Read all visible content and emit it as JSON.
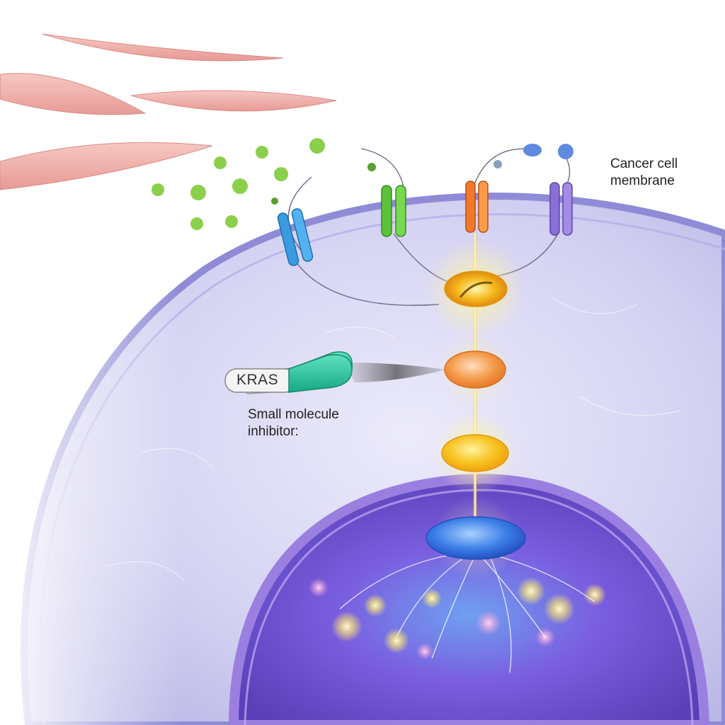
{
  "labels": {
    "membrane_line1": "Cancer cell",
    "membrane_line2": "membrane",
    "inhibitor_line1": "Small molecule",
    "inhibitor_line2": "inhibitor:",
    "pill_text": "KRAS"
  },
  "colors": {
    "cytoplasm": "#c9c8ef",
    "membrane": "#8f8bd6",
    "nucleus": "#6b4fd0",
    "receptor_blue": "#3a9be0",
    "receptor_green": "#5cc23a",
    "receptor_orange": "#f07a2a",
    "receptor_purple": "#8a6fd6",
    "node_gold": "#f5b81c",
    "node_orange": "#f49a4a",
    "node_yellow": "#f7c320",
    "node_blue": "#3c7ee8",
    "pill_teal": "#2fc3a0",
    "ligand_green": "#7cc43c",
    "fibroblast": "#f2b2ad"
  }
}
